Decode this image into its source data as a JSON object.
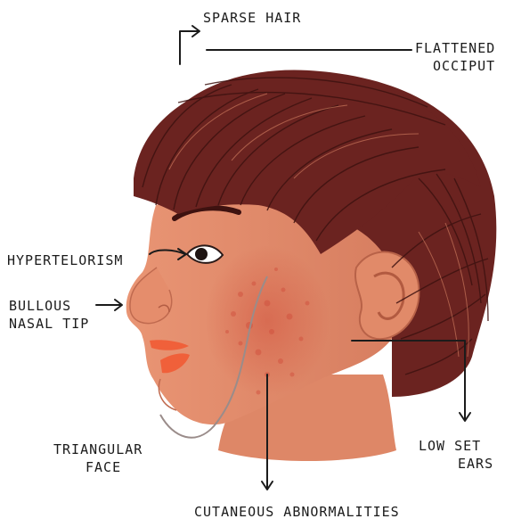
{
  "labels": {
    "sparse_hair": "SPARSE HAIR",
    "flattened_occiput": [
      "FLATTENED",
      "OCCIPUT"
    ],
    "hypertelorism": "HYPERTELORISM",
    "bullous_nasal_tip": [
      "BULLOUS",
      "NASAL TIP"
    ],
    "triangular_face": [
      "TRIANGULAR",
      "FACE"
    ],
    "low_set_ears": [
      "LOW SET",
      "EARS"
    ],
    "cutaneous_abnormalities": "CUTANEOUS ABNORMALITIES"
  },
  "colors": {
    "hair": "#6b2320",
    "hair_dark": "#3e1210",
    "skin": "#e38e6c",
    "skin_shadow": "#c86f52",
    "blotch": "#d85a48",
    "lips": "#f0603a",
    "ink": "#1b1b1b"
  }
}
